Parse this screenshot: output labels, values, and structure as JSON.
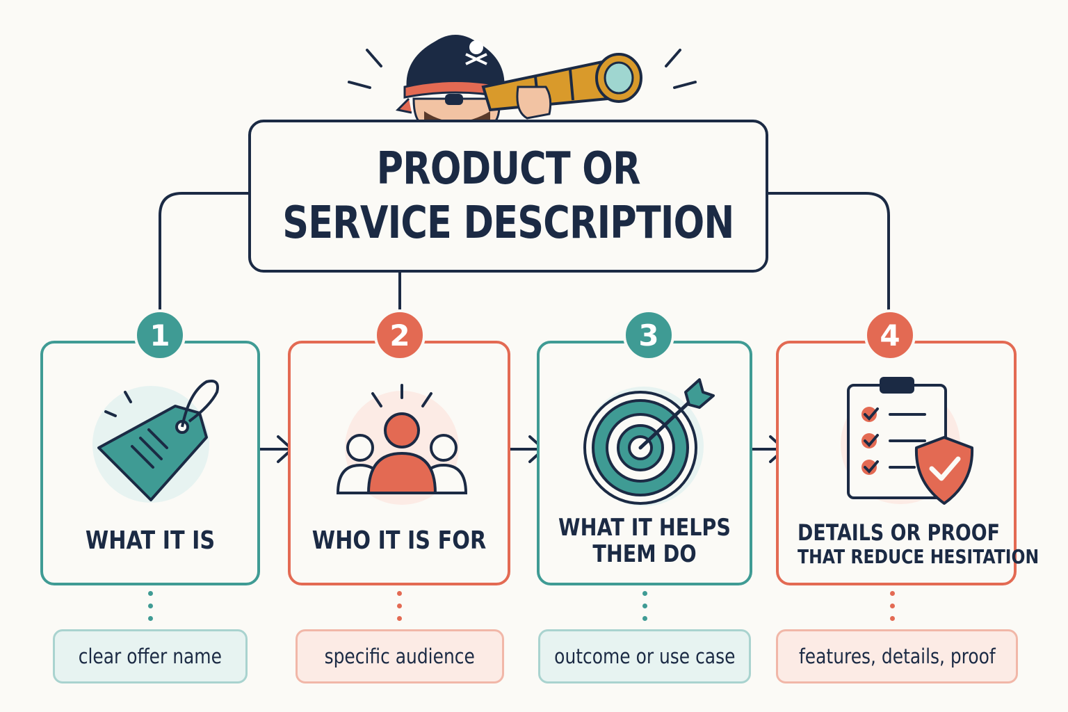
{
  "title": {
    "line1": "PRODUCT OR",
    "line2": "SERVICE DESCRIPTION"
  },
  "colors": {
    "navy": "#1b2a44",
    "teal": "#3f9b94",
    "coral": "#e36a53",
    "gold": "#d99a2b"
  },
  "mascot": {
    "icon": "pirate-with-telescope-icon"
  },
  "steps": [
    {
      "number": "1",
      "label1": "WHAT IT IS",
      "label2": "",
      "note": "clear offer name",
      "accent": "teal",
      "icon": "price-tag-icon"
    },
    {
      "number": "2",
      "label1": "WHO IT IS FOR",
      "label2": "",
      "note": "specific audience",
      "accent": "coral",
      "icon": "audience-group-icon"
    },
    {
      "number": "3",
      "label1": "WHAT IT HELPS",
      "label2": "THEM DO",
      "note": "outcome or use case",
      "accent": "teal",
      "icon": "target-arrow-icon"
    },
    {
      "number": "4",
      "label1": "DETAILS OR PROOF",
      "label2": "THAT REDUCE HESITATION",
      "note": "features, details, proof",
      "accent": "coral",
      "icon": "checklist-shield-icon"
    }
  ]
}
